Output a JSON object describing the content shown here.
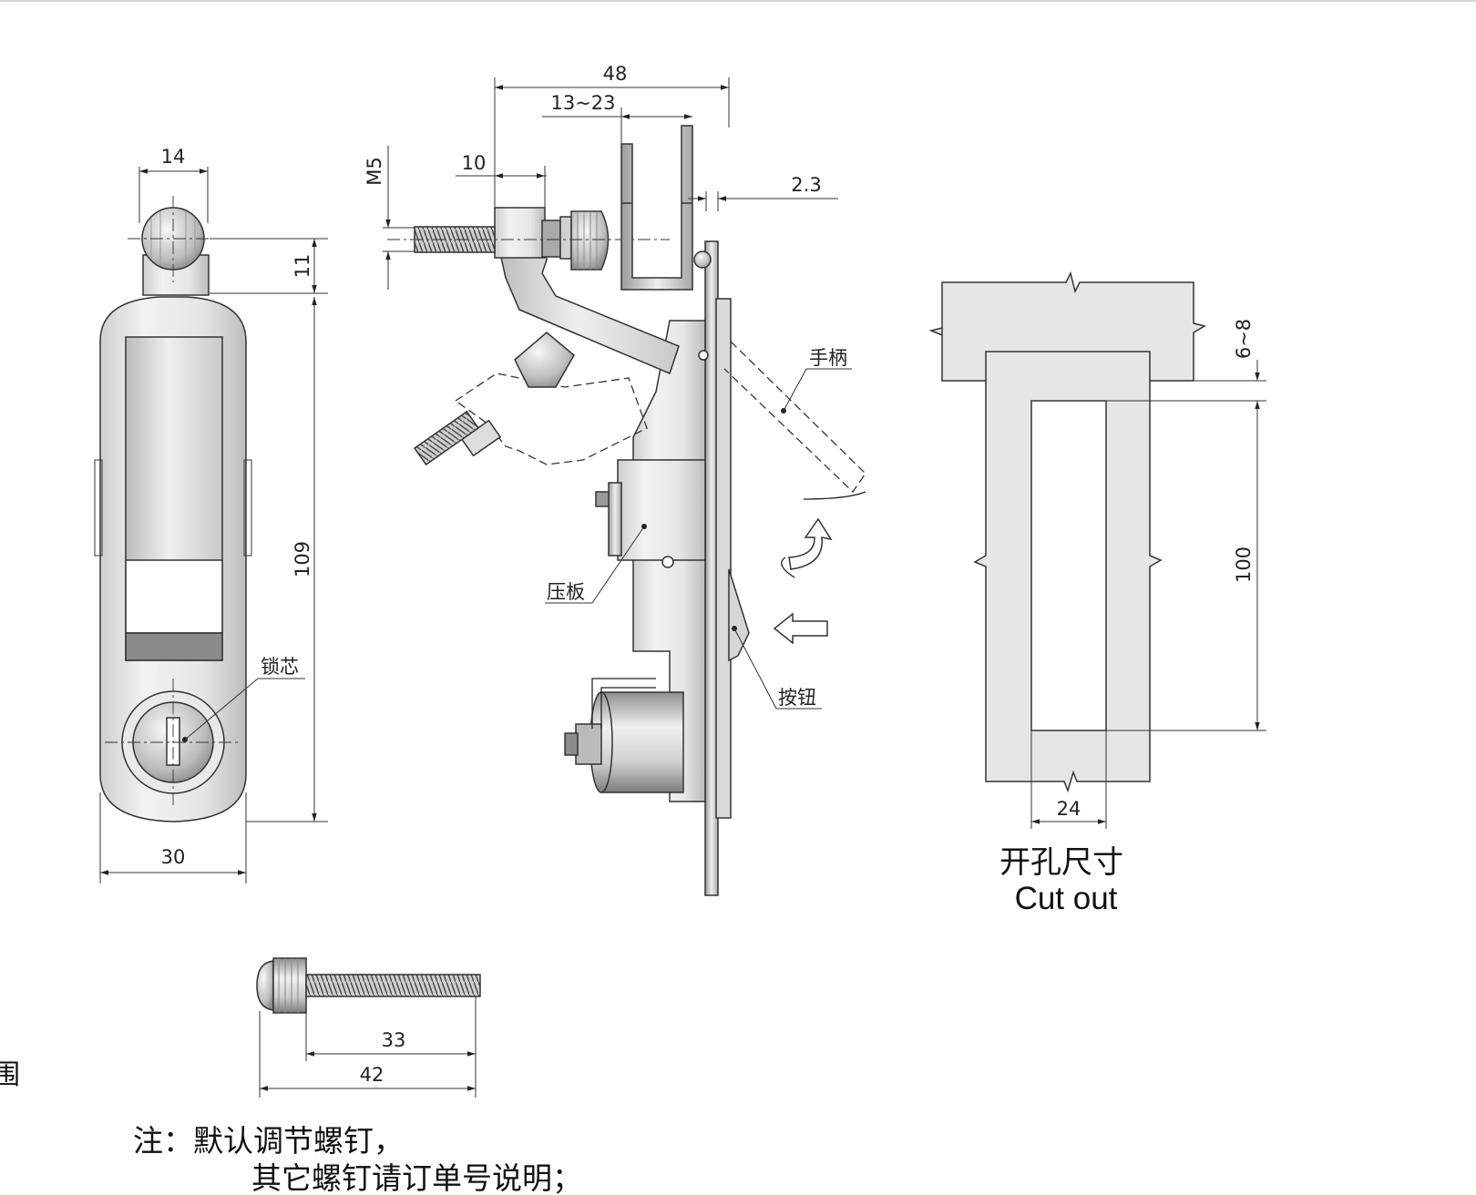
{
  "front_view": {
    "dim_top_width": "14",
    "dim_cap_height": "11",
    "dim_height": "109",
    "dim_width": "30",
    "label_lock_core": "锁芯"
  },
  "side_view": {
    "dim_total_width": "48",
    "dim_adjust_range": "13~23",
    "dim_thread": "M5",
    "dim_screw_offset": "10",
    "dim_thickness": "2.3",
    "label_handle": "手柄",
    "label_plate": "压板",
    "label_button": "按钮"
  },
  "cutout_view": {
    "dim_margin": "6~8",
    "dim_height": "100",
    "dim_width": "24",
    "caption_cn": "开孔尺寸",
    "caption_en": "Cut out"
  },
  "screw_view": {
    "dim_thread_length": "33",
    "dim_total_length": "42"
  },
  "edge_glyph": "围",
  "notes": {
    "line1": "注：默认调节螺钉，",
    "line2": "其它螺钉请订单号说明；"
  },
  "colors": {
    "metal_light": "#e8e8e8",
    "metal_mid": "#c4c4c4",
    "metal_dark": "#7a7a7a",
    "line": "#222222"
  }
}
